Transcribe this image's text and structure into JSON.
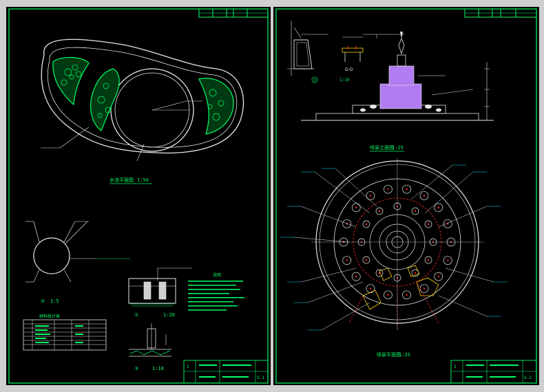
{
  "sheets": [
    {
      "id": "left",
      "title_block": {
        "code": "1",
        "sheet_no": "S-1"
      },
      "views": [
        {
          "name": "plan",
          "caption": "水池平面图",
          "scale": "1:50"
        },
        {
          "name": "pool-detail",
          "caption": "②",
          "scale": "1:5"
        },
        {
          "name": "section-a",
          "caption": "①",
          "scale": "1:20"
        },
        {
          "name": "section-b",
          "caption": "③",
          "scale": "1:10"
        }
      ],
      "notes_title": "说明",
      "table_title": "材料统计表"
    },
    {
      "id": "right",
      "title_block": {
        "code": "2",
        "sheet_no": "S-2"
      },
      "views": [
        {
          "name": "section-dd",
          "caption": "D-D",
          "scale": ""
        },
        {
          "name": "detail-1",
          "caption": "①",
          "scale": "1:10"
        },
        {
          "name": "elevation",
          "caption": "喷泉立面图",
          "scale": "1:25"
        },
        {
          "name": "fountain-plan",
          "caption": "喷泉平面图",
          "scale": "1:25"
        }
      ]
    }
  ],
  "colors": {
    "green": "#00ff66",
    "white": "#ffffff",
    "red": "#ff2a2a",
    "cyan": "#00e5ff",
    "yellow": "#ffd400",
    "purple": "#b07cf0"
  }
}
